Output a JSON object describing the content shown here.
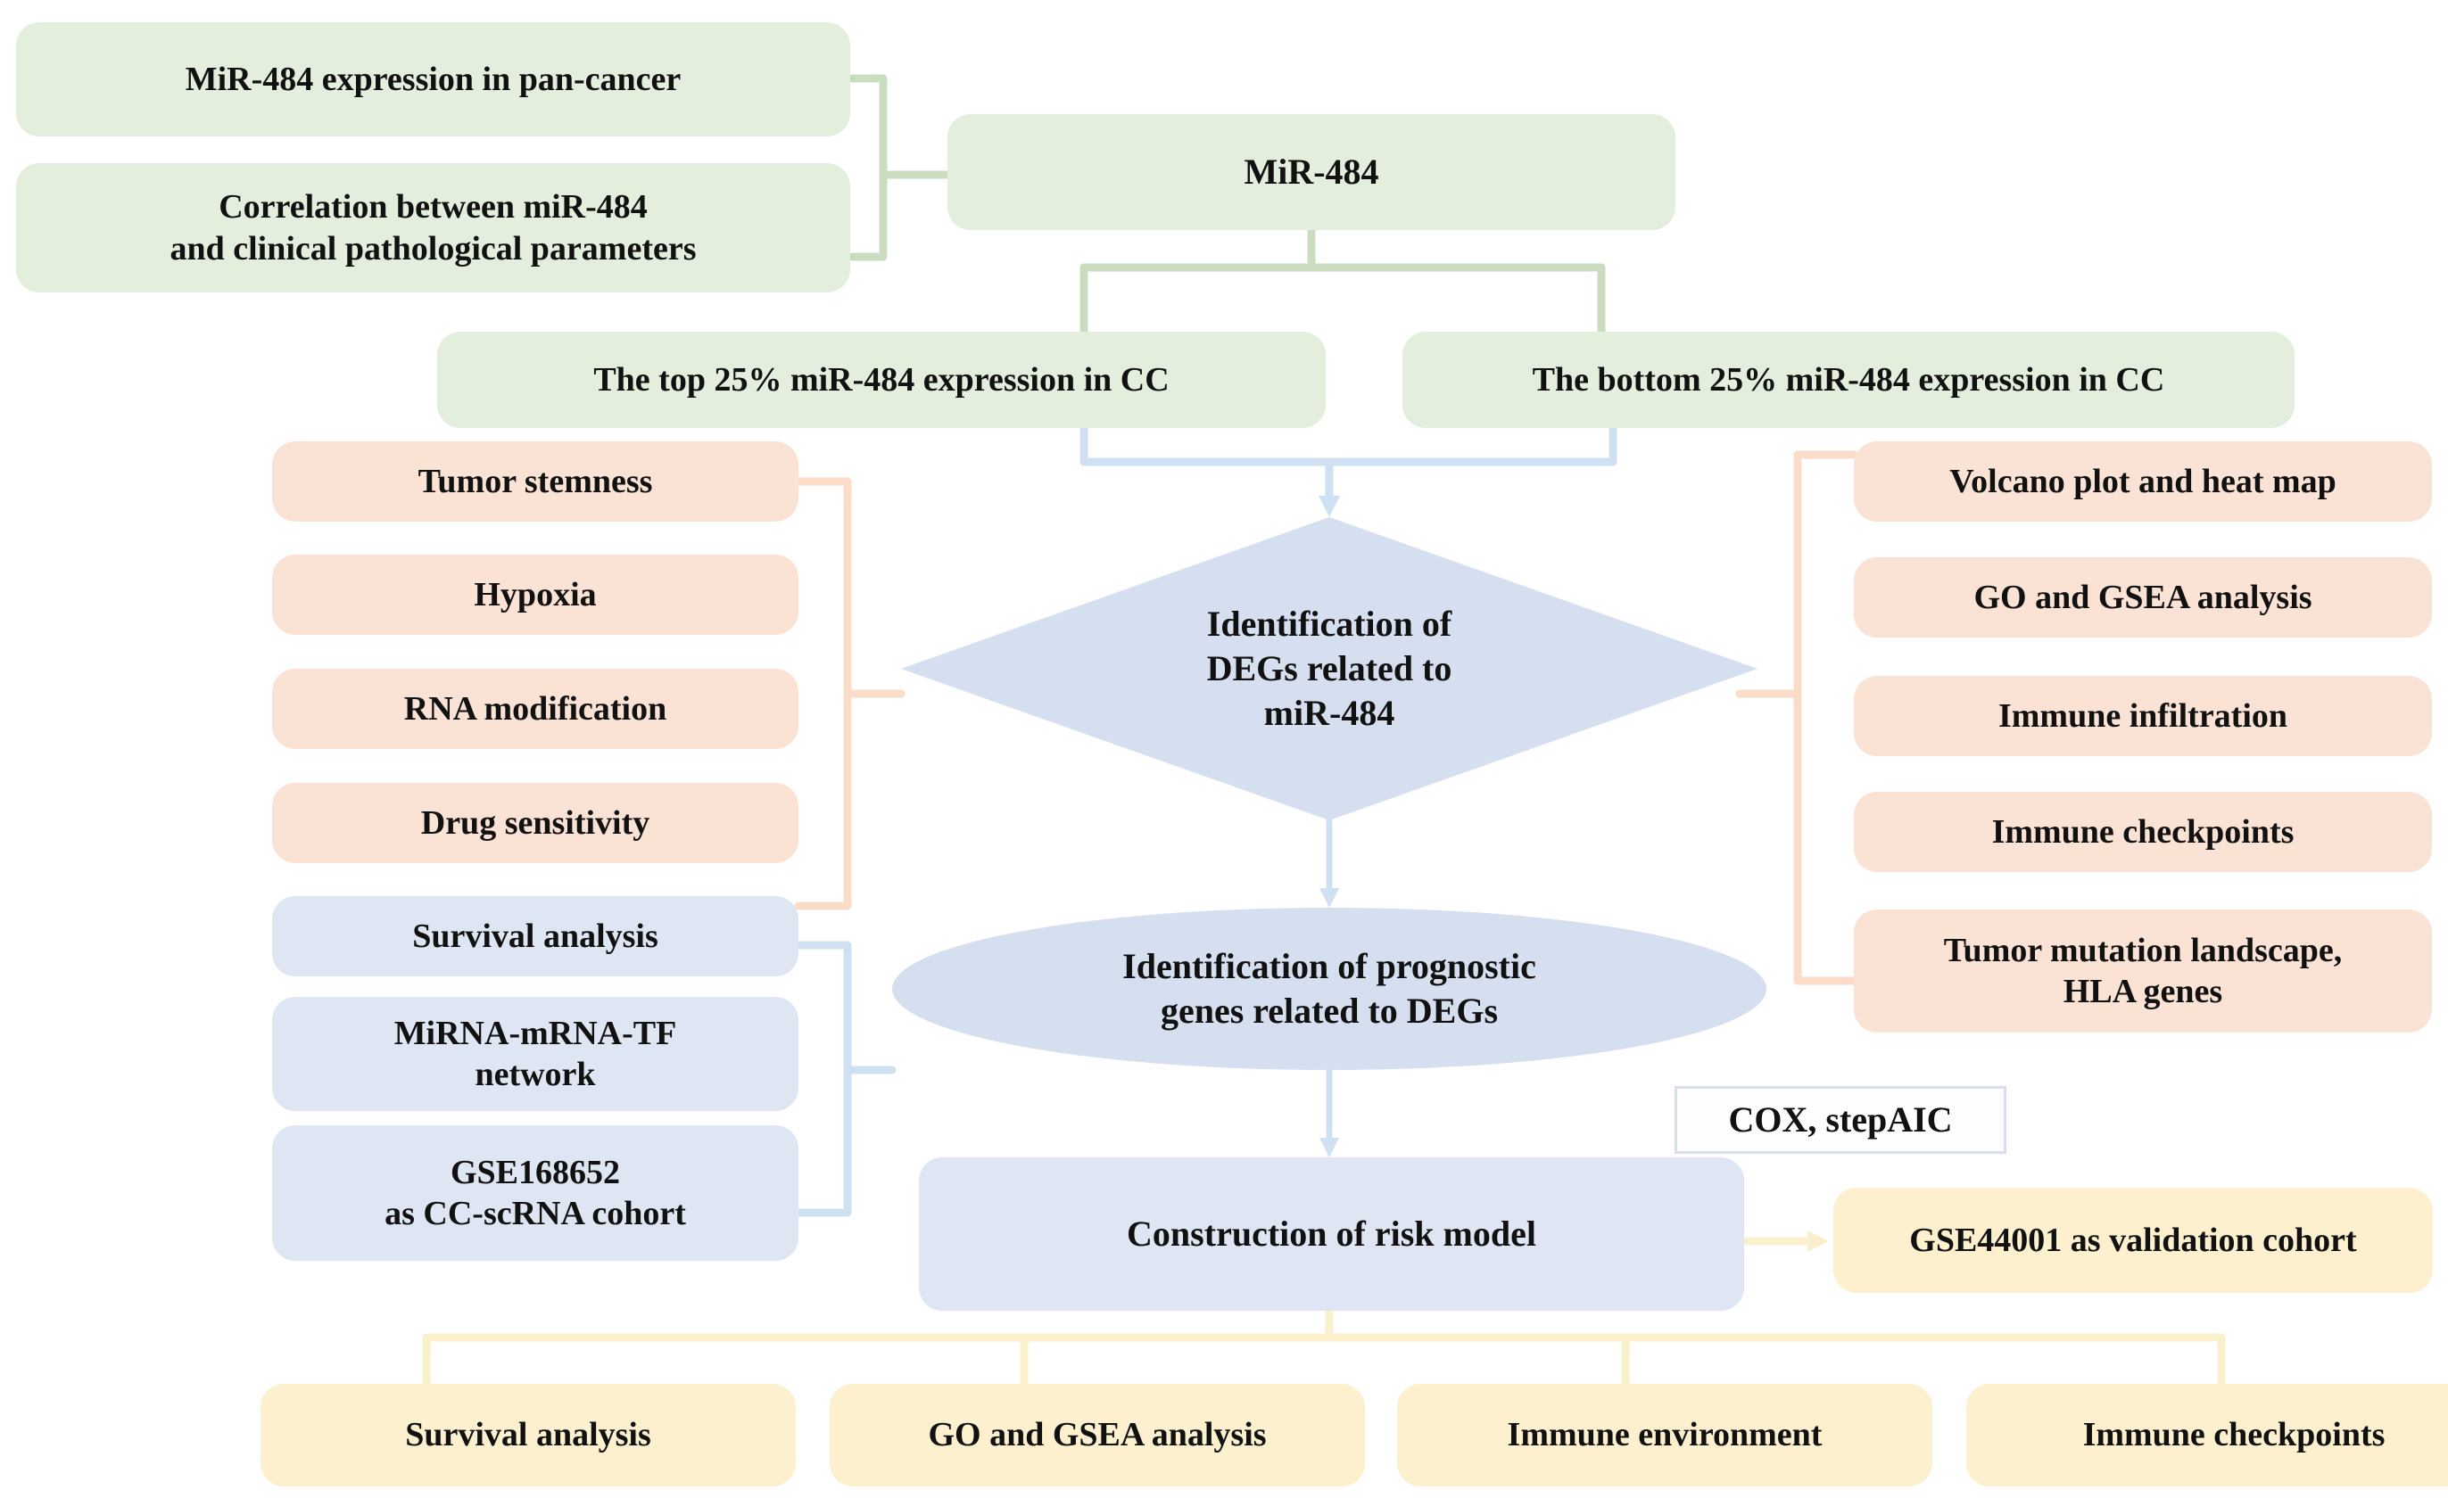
{
  "diagram": {
    "title": "MiR-484 cervical cancer bioinformatics workflow",
    "colors": {
      "green": "#e3eedc",
      "peach": "#fae2d4",
      "light_blue": "#dde6f2",
      "shape_blue": "#d5dfef",
      "yellow": "#fdf0cf",
      "text": "#111111",
      "connector_green": "#cbddc0",
      "connector_peach": "#fbdcc8",
      "connector_blue": "#cfe0f2",
      "connector_yellow": "#fbf0cc"
    }
  },
  "top_left_boxes": [
    {
      "label": "MiR-484 expression in pan-cancer"
    },
    {
      "label": "Correlation between miR-484\nand clinical pathological parameters"
    }
  ],
  "root": {
    "label": "MiR-484"
  },
  "split_boxes": [
    {
      "label": "The top 25% miR-484 expression in CC"
    },
    {
      "label": "The bottom 25% miR-484 expression in CC"
    }
  ],
  "left_peach_boxes": [
    {
      "label": "Tumor stemness"
    },
    {
      "label": "Hypoxia"
    },
    {
      "label": "RNA modification"
    },
    {
      "label": "Drug sensitivity"
    }
  ],
  "left_blue_boxes": [
    {
      "label": "Survival analysis"
    },
    {
      "label": "MiRNA-mRNA-TF\nnetwork"
    },
    {
      "label": "GSE168652\nas CC-scRNA cohort"
    }
  ],
  "right_peach_boxes": [
    {
      "label": "Volcano plot and heat map"
    },
    {
      "label": "GO and GSEA analysis"
    },
    {
      "label": "Immune infiltration"
    },
    {
      "label": "Immune checkpoints"
    },
    {
      "label": "Tumor mutation landscape,\nHLA genes"
    }
  ],
  "center": {
    "diamond": {
      "label": "Identification of\nDEGs related to\nmiR-484"
    },
    "ellipse": {
      "label": "Identification of prognostic\ngenes related to DEGs"
    },
    "risk_model": {
      "label": "Construction of risk model"
    }
  },
  "annotations": {
    "method_note": {
      "label": "COX, stepAIC"
    },
    "validation": {
      "label": "GSE44001 as validation cohort"
    }
  },
  "bottom_boxes": [
    {
      "label": "Survival analysis"
    },
    {
      "label": "GO and GSEA analysis"
    },
    {
      "label": "Immune environment"
    },
    {
      "label": "Immune checkpoints"
    }
  ]
}
